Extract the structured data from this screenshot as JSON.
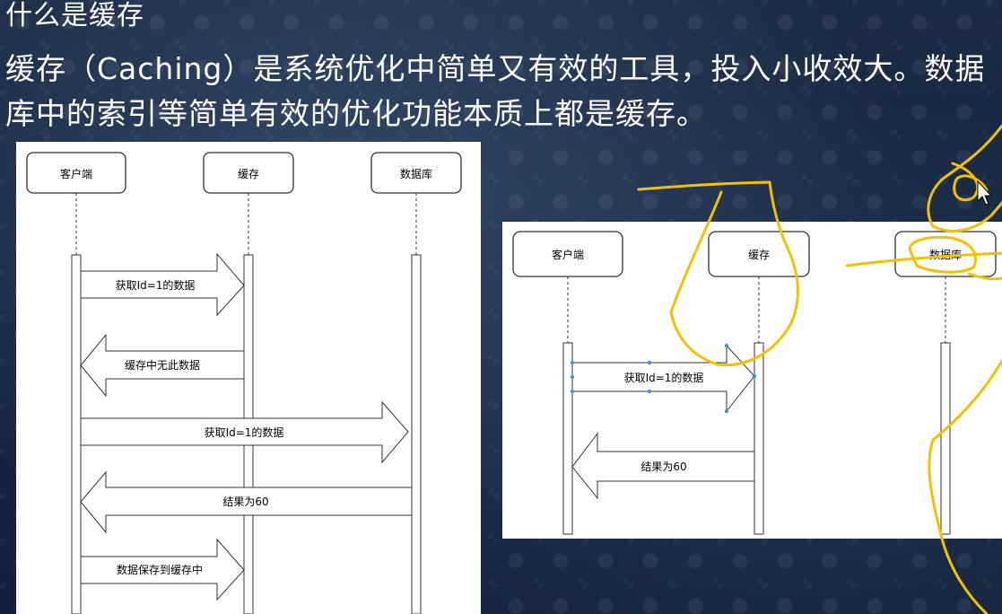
{
  "slide": {
    "heading": "什么是缓存",
    "paragraph": "缓存（Caching）是系统优化中简单又有效的工具，投入小收效大。数据库中的索引等简单有效的优化功能本质上都是缓存。"
  },
  "diagram_left": {
    "participants": [
      "客户端",
      "缓存",
      "数据库"
    ],
    "messages": [
      "获取Id=1的数据",
      "缓存中无此数据",
      "获取Id=1的数据",
      "结果为60",
      "数据保存到缓存中"
    ]
  },
  "diagram_right": {
    "participants": [
      "客户端",
      "缓存",
      "数据库"
    ],
    "messages": [
      "获取Id=1的数据",
      "结果为60"
    ]
  },
  "colors": {
    "annotation": "#f2c200",
    "selection_handle": "#4a90d9",
    "background": "#1a2840"
  }
}
